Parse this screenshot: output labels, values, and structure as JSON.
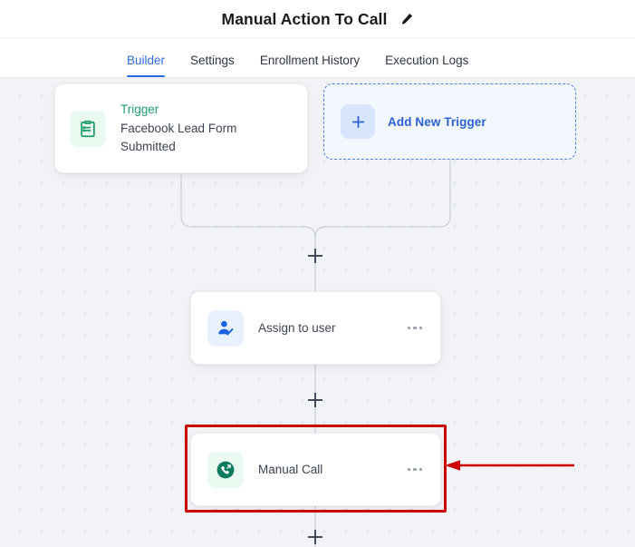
{
  "header": {
    "title": "Manual Action To Call",
    "edit_icon": "pencil-icon"
  },
  "tabs": [
    {
      "label": "Builder",
      "active": true
    },
    {
      "label": "Settings",
      "active": false
    },
    {
      "label": "Enrollment History",
      "active": false
    },
    {
      "label": "Execution Logs",
      "active": false
    }
  ],
  "canvas": {
    "trigger_node": {
      "kicker": "Trigger",
      "name": "Facebook Lead Form Submitted",
      "icon": "clipboard-icon"
    },
    "add_trigger": {
      "label": "Add New Trigger",
      "icon": "plus-icon"
    },
    "actions": [
      {
        "label": "Assign to user",
        "icon": "assign-user-icon",
        "menu": "more-options-icon"
      },
      {
        "label": "Manual Call",
        "icon": "outgoing-call-icon",
        "menu": "more-options-icon"
      }
    ],
    "add_step_buttons": [
      {
        "name": "add-step-after-trigger"
      },
      {
        "name": "add-step-after-assign-to-user"
      },
      {
        "name": "add-step-after-manual-call"
      }
    ]
  },
  "annotation": {
    "highlight_color": "#cc0000",
    "target": "Manual Call",
    "shape": "rectangle-with-arrow"
  },
  "colors": {
    "accent_blue": "#2c6ce0",
    "trigger_green": "#1f9d6e",
    "call_green": "#0d7a5f",
    "canvas_bg": "#f1f3f7",
    "card_bg": "#ffffff"
  }
}
